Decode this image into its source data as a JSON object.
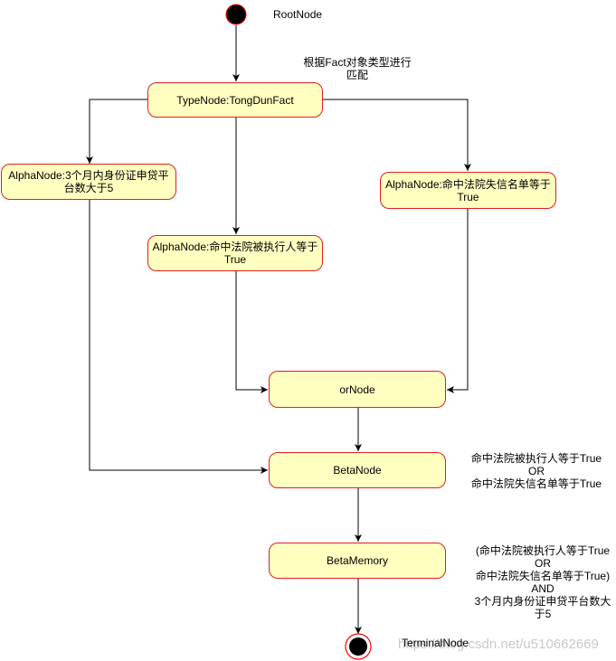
{
  "nodes": {
    "root": "RootNode",
    "type_node": "TypeNode:TongDunFact",
    "alpha_left": "AlphaNode:3个月内身份证申贷平台数大于5",
    "alpha_middle": "AlphaNode:命中法院被执行人等于True",
    "alpha_right": "AlphaNode:命中法院失信名单等于True",
    "or_node": "orNode",
    "beta_node": "BetaNode",
    "beta_memory": "BetaMemory",
    "terminal": "TerminalNode"
  },
  "notes": {
    "match_note": "根据Fact对象类型进行\n匹配",
    "beta_node_note": "命中法院被执行人等于True\nOR\n命中法院失信名单等于True",
    "beta_memory_note": "(命中法院被执行人等于True\nOR\n命中法院失信名单等于True)\nAND\n3个月内身份证申贷平台数大\n于5"
  },
  "watermark": "https://blog.csdn.net/u510662669",
  "colors": {
    "node_fill": "#ffffc0",
    "node_stroke": "#e02020",
    "edge": "#000000"
  }
}
